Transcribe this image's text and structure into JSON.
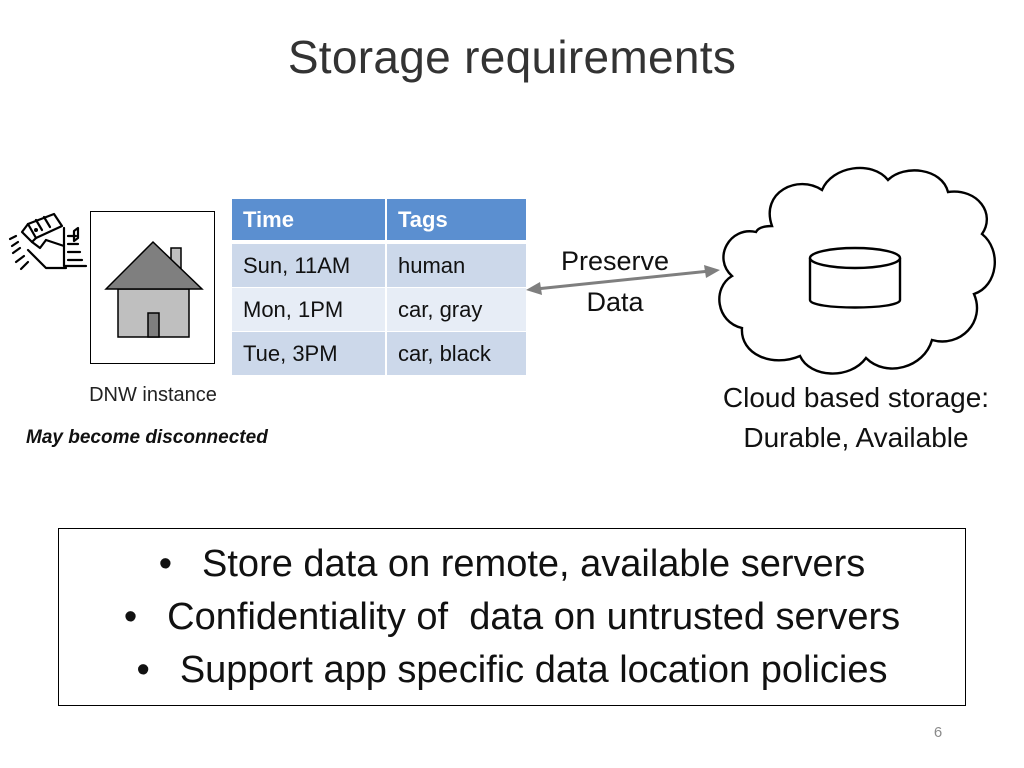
{
  "slide": {
    "title": "Storage requirements",
    "page_number": "6"
  },
  "device": {
    "label": "DNW instance",
    "note": "May become disconnected",
    "icons": [
      "security-camera-icon",
      "house-icon"
    ]
  },
  "table": {
    "headers": [
      "Time",
      "Tags"
    ],
    "rows": [
      [
        "Sun, 11AM",
        "human"
      ],
      [
        "Mon, 1PM",
        "car, gray"
      ],
      [
        "Tue, 3PM",
        "car, black"
      ]
    ],
    "colors": {
      "header": "#5b8fd0",
      "row_dark": "#ccd8ea",
      "row_light": "#e7edf6"
    }
  },
  "link": {
    "label_line1": "Preserve",
    "label_line2": "Data",
    "arrow": "bidirectional",
    "arrow_color": "#7f7f7f"
  },
  "cloud": {
    "caption_line1": "Cloud based storage:",
    "caption_line2": "Durable, Available",
    "icons": [
      "cloud-icon",
      "database-icon"
    ]
  },
  "bullets": [
    "Store data on remote, available servers",
    "Confidentiality of  data on untrusted servers",
    "Support app specific data location policies"
  ],
  "bullet_symbol": "•"
}
